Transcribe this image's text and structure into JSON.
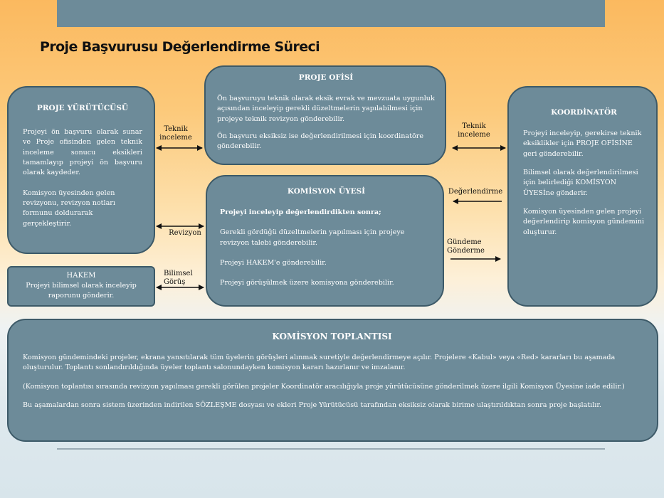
{
  "title": "Proje Başvurusu Değerlendirme Süreci",
  "proje_yurutucusu": {
    "heading": "PROJE YÜRÜTÜCÜSÜ",
    "p1": "Projeyi ön başvuru olarak sunar ve Proje ofisinden gelen teknik inceleme sonucu eksikleri tamamlayıp projeyi ön başvuru olarak kaydeder.",
    "p2": "Komisyon üyesinden gelen revizyonu, revizyon notları formunu doldurarak gerçekleştirir."
  },
  "proje_ofisi": {
    "heading": "PROJE OFİSİ",
    "p1": "Ön başvuruyu teknik olarak eksik evrak ve mevzuata uygunluk açısından inceleyip gerekli düzeltmelerin yapılabilmesi için projeye teknik revizyon gönderebilir.",
    "p2": "Ön başvuru eksiksiz ise değerlendirilmesi için koordinatöre gönderebilir."
  },
  "koordinator": {
    "heading": "KOORDİNATÖR",
    "p1": "Projeyi inceleyip, gerekirse teknik eksiklikler için PROJE OFİSİNE geri gönderebilir.",
    "p2": "Bilimsel olarak değerlendirilmesi için belirlediği KOMİSYON ÜYESİne gönderir.",
    "p3": "Komisyon üyesinden gelen projeyi değerlendirip komisyon gündemini oluşturur."
  },
  "komisyon_uyesi": {
    "heading": "KOMİSYON ÜYESİ",
    "p1": "Projeyi inceleyip değerlendirdikten sonra;",
    "p2": "Gerekli gördüğü düzeltmelerin yapılması için projeye revizyon talebi gönderebilir.",
    "p3": "Projeyi HAKEM'e gönderebilir.",
    "p4": "Projeyi görüşülmek üzere komisyona gönderebilir."
  },
  "hakem": {
    "heading": "HAKEM",
    "p1": "Projeyi bilimsel olarak inceleyip raporunu gönderir."
  },
  "komisyon_toplantisi": {
    "heading": "KOMİSYON TOPLANTISI",
    "p1": "Komisyon gündemindeki projeler, ekrana yansıtılarak tüm üyelerin görüşleri alınmak suretiyle değerlendirmeye açılır. Projelere «Kabul» veya «Red» kararları bu aşamada oluşturulur. Toplantı sonlandırıldığında üyeler toplantı salonundayken komisyon kararı hazırlanır ve imzalanır.",
    "p2": "(Komisyon toplantısı sırasında revizyon yapılması gerekli görülen projeler Koordinatör aracılığıyla proje yürütücüsüne gönderilmek üzere ilgili Komisyon Üyesine iade edilir.)",
    "p3": "Bu aşamalardan sonra sistem üzerinden indirilen SÖZLEŞME dosyası ve ekleri Proje Yürütücüsü tarafından eksiksiz olarak birime ulaştırıldıktan sonra proje başlatılır."
  },
  "labels": {
    "teknik_inceleme_left": "Teknik inceleme",
    "teknik_inceleme_right": "Teknik inceleme",
    "degerlendirme": "Değerlendirme",
    "revizyon": "Revizyon",
    "gundeme_gonderme": "Gündeme Gönderme",
    "bilimsel_gorus": "Bilimsel Görüş"
  },
  "colors": {
    "box_fill": "#6d8b99",
    "box_border": "#3d5a68",
    "arrow": "#111111"
  }
}
